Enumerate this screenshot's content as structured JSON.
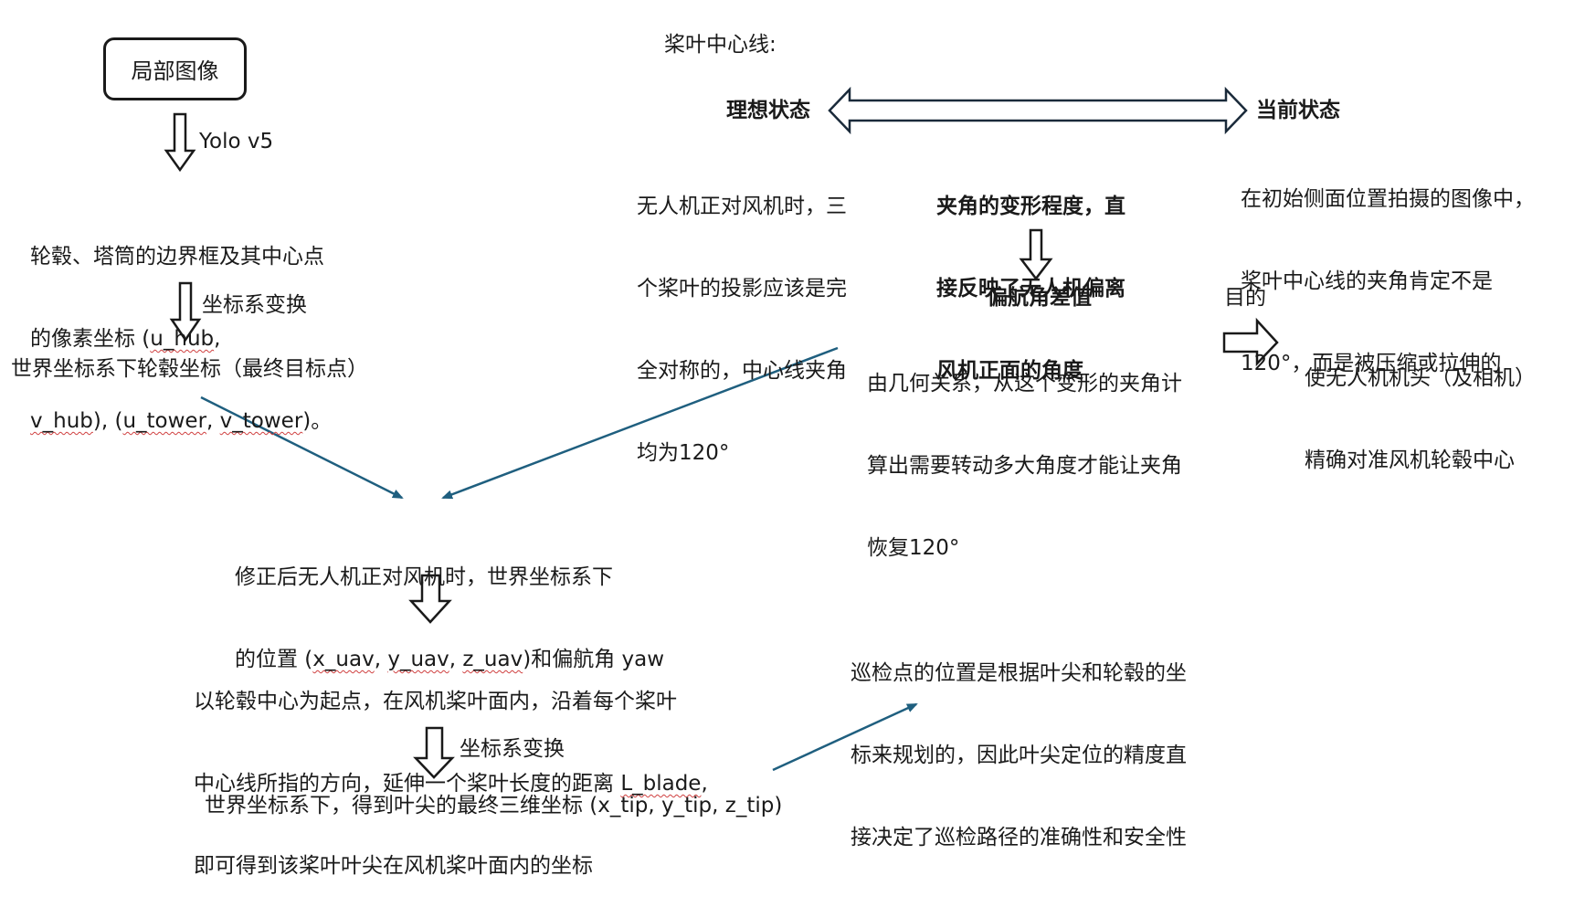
{
  "box_local_image": "局部图像",
  "label_yolo": "Yolo v5",
  "hub_text": {
    "line1": "轮毂、塔筒的边界框及其中心点",
    "line2_pre": "的像素坐标 (",
    "line2_var": "u_hub",
    "line2_post": ",",
    "line3_var1": "v_hub",
    "line3_mid": "), (",
    "line3_var2": "u_tower",
    "line3_mid2": ", ",
    "line3_var3": "v_tower",
    "line3_post": ")。"
  },
  "label_coord_transform_1": "坐标系变换",
  "world_hub_text": "世界坐标系下轮毂坐标（最终目标点）",
  "blade_centerline_label": "桨叶中心线:",
  "ideal_state": "理想状态",
  "current_state": "当前状态",
  "ideal_desc": [
    "无人机正对风机时，三",
    "个桨叶的投影应该是完",
    "全对称的，中心线夹角",
    "均为120°"
  ],
  "angle_desc": [
    "夹角的变形程度，直",
    "接反映了无人机偏离",
    "风机正面的角度"
  ],
  "current_desc": [
    "在初始侧面位置拍摄的图像中，",
    "桨叶中心线的夹角肯定不是",
    "120°，而是被压缩或拉伸的"
  ],
  "yaw_diff_title": "偏航角差值",
  "yaw_diff_desc": [
    "由几何关系，从这个变形的夹角计",
    "算出需要转动多大角度才能让夹角",
    "恢复120°"
  ],
  "purpose_label": "目的",
  "purpose_desc": [
    "使无人机机头（及相机）",
    "精确对准风机轮毂中心"
  ],
  "corrected_pos": {
    "line1": "修正后无人机正对风机时，世界坐标系下",
    "line2_pre": "的位置 (",
    "var1": "x_uav",
    "sep1": ", ",
    "var2": "y_uav",
    "sep2": ", ",
    "var3": "z_uav",
    "line2_post": ")和偏航角 yaw"
  },
  "blade_tip_desc": {
    "line1": "以轮毂中心为起点，在风机桨叶面内，沿着每个桨叶",
    "line2_pre": "中心线所指的方向，延伸一个桨叶长度的距离 ",
    "line2_var": "L_blade",
    "line2_post": ",",
    "line3": "即可得到该桨叶叶尖在风机桨叶面内的坐标"
  },
  "label_coord_transform_2": "坐标系变换",
  "final_tip_text": "世界坐标系下，得到叶尖的最终三维坐标 (x_tip, y_tip, z_tip)",
  "inspection_desc": [
    "巡检点的位置是根据叶尖和轮毂的坐",
    "标来规划的，因此叶尖定位的精度直",
    "接决定了巡检路径的准确性和安全性"
  ],
  "colors": {
    "arrow_outline": "#1a1a1a",
    "connector_blue": "#1f5f7f",
    "text": "#1a1a1a",
    "spell_squiggle": "#d04040"
  }
}
